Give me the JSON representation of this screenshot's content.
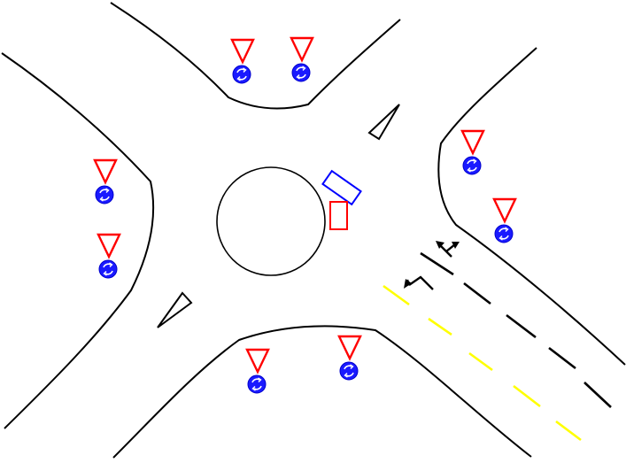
{
  "colors": {
    "background": "#ffffff",
    "road_edge": "#000000",
    "yield_sign": "#ff0000",
    "roundabout_sign_fill": "#1a1aff",
    "roundabout_sign_arrows": "#ffffff",
    "lane_divider": "#000000",
    "center_line": "#ffff00",
    "vehicle_blue": "#0000ff",
    "vehicle_red": "#ff0000",
    "lane_arrows": "#000000"
  },
  "scene": {
    "central_island": "circle",
    "approaches": 4,
    "splitter_islands": 2,
    "sign_pairs": [
      "north",
      "west",
      "east",
      "south"
    ],
    "sign_icons": [
      "yield-icon",
      "roundabout-icon"
    ],
    "vehicles": [
      "blue-vehicle",
      "red-vehicle"
    ],
    "lane_arrow_icons": [
      "left-turn-arrow-icon",
      "double-headed-arrow-icon"
    ]
  }
}
